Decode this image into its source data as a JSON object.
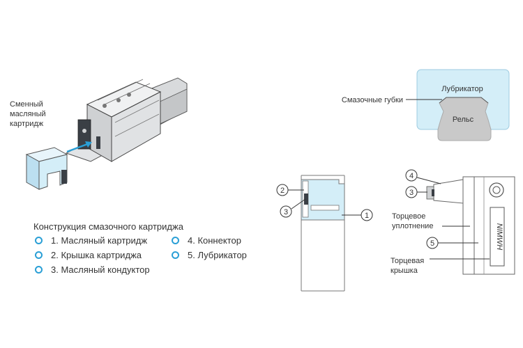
{
  "cartridge_label": [
    "Сменный",
    "масляный",
    "картридж"
  ],
  "legend": {
    "title": "Конструкция смазочного картриджа",
    "items": [
      "1. Масляный картридж",
      "2. Крышка картриджа",
      "3. Масляный кондуктор",
      "4. Коннектор",
      "5. Лубрикатор"
    ]
  },
  "top_right": {
    "sponges": "Смазочные губки",
    "lubricator": "Лубрикатор",
    "rail": "Рельс"
  },
  "numbers": [
    "1",
    "2",
    "3",
    "4",
    "5"
  ],
  "right_labels": {
    "seal_line1": "Торцевое",
    "seal_line2": "уплотнение",
    "cover_line1": "Торцевая",
    "cover_line2": "крышка"
  },
  "brand": "NIMWH",
  "colors": {
    "accent": "#2a9fd6",
    "light_blue": "#d4eef8",
    "rail_gray": "#c9c9c9"
  }
}
